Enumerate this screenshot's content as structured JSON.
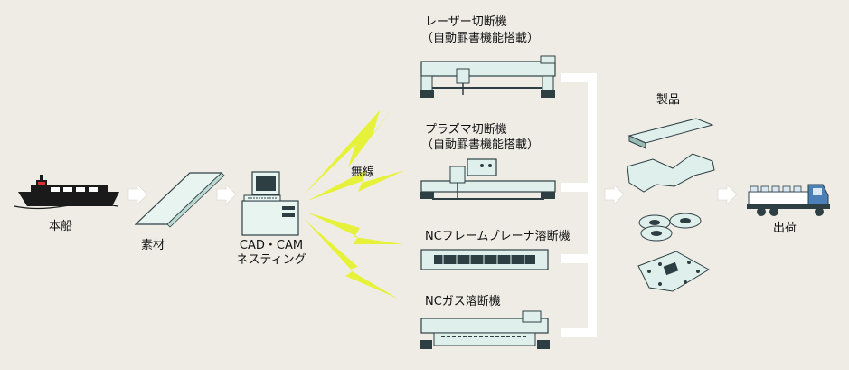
{
  "source": {
    "label": "本船"
  },
  "material": {
    "label": "素材"
  },
  "cadcam": {
    "line1": "CAD・CAM",
    "line2": "ネスティング"
  },
  "wireless": {
    "label": "無線"
  },
  "machines": [
    {
      "line1": "レーザー切断機",
      "line2": "（自動罫書機能搭載）"
    },
    {
      "line1": "プラズマ切断機",
      "line2": "（自動罫書機能搭載）"
    },
    {
      "line1": "NCフレームプレーナ溶断機",
      "line2": ""
    },
    {
      "line1": "NCガス溶断機",
      "line2": ""
    }
  ],
  "products": {
    "label": "製品"
  },
  "shipping": {
    "label": "出荷"
  },
  "colors": {
    "background": "#efece6",
    "machine_fill": "#dff0ec",
    "machine_stroke": "#2e3f44",
    "lightning": "#e6f23a",
    "arrow": "#ffffff",
    "ship_hull": "#1a1a1a",
    "truck_blue": "#4b7fb8"
  }
}
